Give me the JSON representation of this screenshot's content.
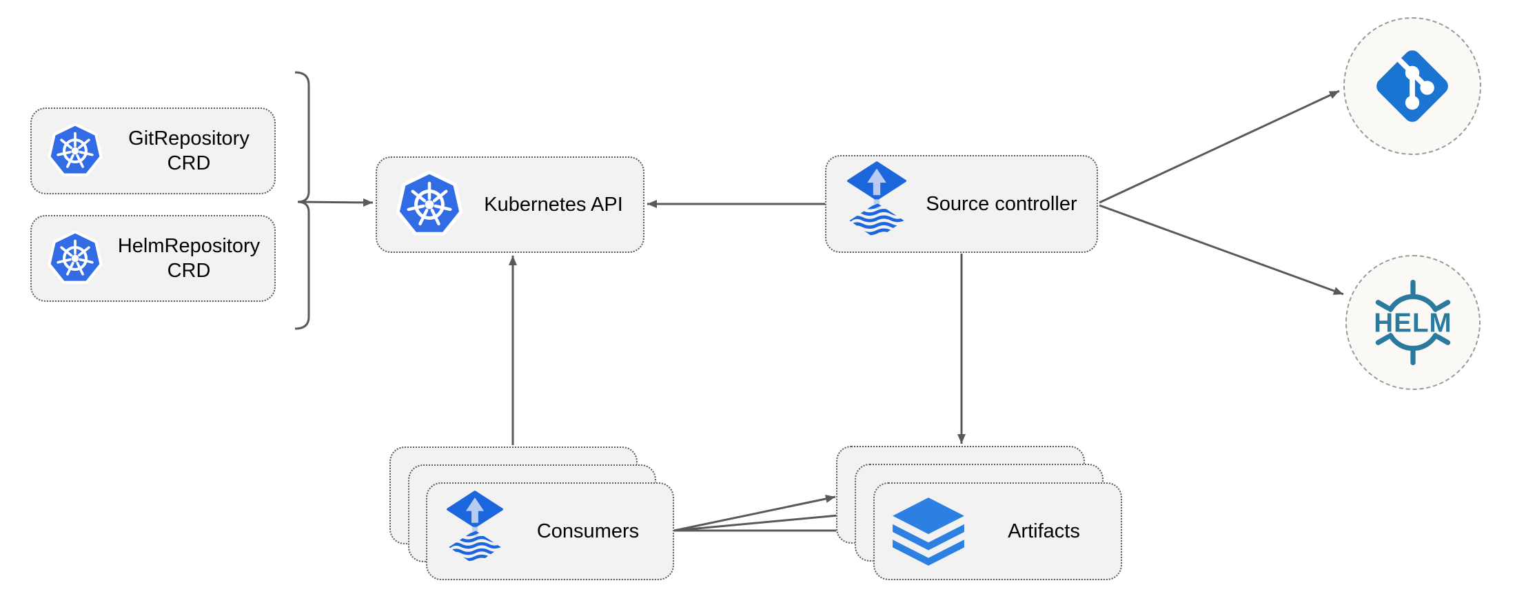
{
  "theme": {
    "canvas_bg": "#ffffff",
    "box_fill": "#f2f2f2",
    "box_border": "#595959",
    "circle_fill": "#faf9f6",
    "circle_border": "#999999",
    "arrow": "#595959",
    "label_color": "#000000",
    "kubernetes_blue": "#326ce5",
    "flux_blue": "#1b66dd",
    "flux_arrow_blue": "#b9cbf0",
    "layers_blue": "#2b80e1",
    "git_blue": "#1a74d2",
    "helm_teal": "#2a7a9e"
  },
  "nodes": {
    "git_repository_crd": {
      "label": "GitRepository CRD",
      "icon": "kubernetes-icon"
    },
    "helm_repository_crd": {
      "label": "HelmRepository CRD",
      "icon": "kubernetes-icon"
    },
    "kubernetes_api": {
      "label": "Kubernetes API",
      "icon": "kubernetes-icon"
    },
    "source_controller": {
      "label": "Source controller",
      "icon": "flux-icon"
    },
    "consumers": {
      "label": "Consumers",
      "icon": "flux-icon",
      "stack_count": 3
    },
    "artifacts": {
      "label": "Artifacts",
      "icon": "layers-icon",
      "stack_count": 3
    },
    "git_repository": {
      "icon": "git-icon"
    },
    "helm_repository": {
      "icon": "helm-icon",
      "label": "HELM"
    }
  },
  "edges": [
    {
      "from": "git_repository_crd",
      "to": "kubernetes_api",
      "style": "bracket-arrow"
    },
    {
      "from": "helm_repository_crd",
      "to": "kubernetes_api",
      "style": "bracket-arrow"
    },
    {
      "from": "source_controller",
      "to": "kubernetes_api",
      "style": "arrow"
    },
    {
      "from": "consumers",
      "to": "kubernetes_api",
      "style": "arrow"
    },
    {
      "from": "source_controller",
      "to": "artifacts",
      "style": "arrow"
    },
    {
      "from": "source_controller",
      "to": "git_repository",
      "style": "arrow"
    },
    {
      "from": "source_controller",
      "to": "helm_repository",
      "style": "arrow"
    },
    {
      "from": "consumers",
      "to": "artifacts",
      "style": "arrow",
      "count": 3
    }
  ]
}
